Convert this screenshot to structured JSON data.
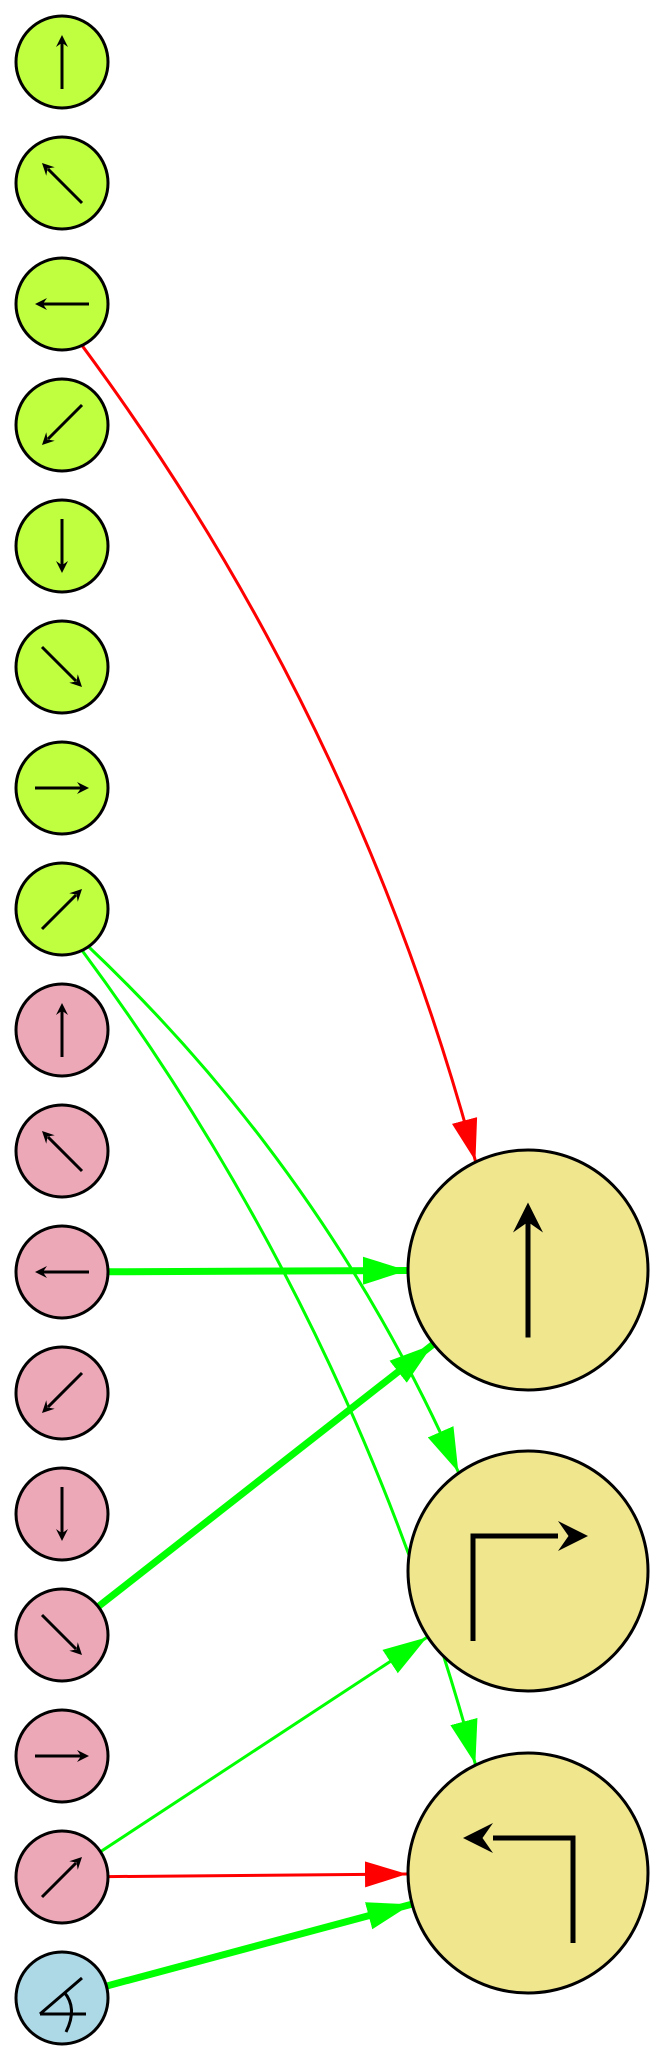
{
  "colors": {
    "green_node": "#bfff3f",
    "pink_node": "#eda8b8",
    "blue_node": "#add8e6",
    "target_node": "#efe68e",
    "edge_green": "#00ff00",
    "edge_red": "#ff0000"
  },
  "source_nodes": [
    {
      "id": "g-up",
      "group": "green",
      "icon": "arrow-up"
    },
    {
      "id": "g-up-left",
      "group": "green",
      "icon": "arrow-up-left"
    },
    {
      "id": "g-left",
      "group": "green",
      "icon": "arrow-left"
    },
    {
      "id": "g-down-left",
      "group": "green",
      "icon": "arrow-down-left"
    },
    {
      "id": "g-down",
      "group": "green",
      "icon": "arrow-down"
    },
    {
      "id": "g-down-right",
      "group": "green",
      "icon": "arrow-down-right"
    },
    {
      "id": "g-right",
      "group": "green",
      "icon": "arrow-right"
    },
    {
      "id": "g-up-right",
      "group": "green",
      "icon": "arrow-up-right"
    },
    {
      "id": "p-up",
      "group": "pink",
      "icon": "arrow-up"
    },
    {
      "id": "p-up-left",
      "group": "pink",
      "icon": "arrow-up-left"
    },
    {
      "id": "p-left",
      "group": "pink",
      "icon": "arrow-left"
    },
    {
      "id": "p-down-left",
      "group": "pink",
      "icon": "arrow-down-left"
    },
    {
      "id": "p-down",
      "group": "pink",
      "icon": "arrow-down"
    },
    {
      "id": "p-down-right",
      "group": "pink",
      "icon": "arrow-down-right"
    },
    {
      "id": "p-right",
      "group": "pink",
      "icon": "arrow-right"
    },
    {
      "id": "p-up-right",
      "group": "pink",
      "icon": "arrow-up-right"
    },
    {
      "id": "b-angle",
      "group": "blue",
      "icon": "angle"
    }
  ],
  "target_nodes": [
    {
      "id": "t-straight",
      "icon": "arrow-up"
    },
    {
      "id": "t-right",
      "icon": "turn-right"
    },
    {
      "id": "t-left",
      "icon": "turn-left"
    }
  ],
  "edges": [
    {
      "from": "g-left",
      "to": "t-straight",
      "color": "red",
      "weight": "thin"
    },
    {
      "from": "g-up-right",
      "to": "t-right",
      "color": "green",
      "weight": "thin"
    },
    {
      "from": "g-up-right",
      "to": "t-left",
      "color": "green",
      "weight": "thin"
    },
    {
      "from": "p-left",
      "to": "t-straight",
      "color": "green",
      "weight": "thick"
    },
    {
      "from": "p-down-right",
      "to": "t-straight",
      "color": "green",
      "weight": "thick"
    },
    {
      "from": "p-up-right",
      "to": "t-right",
      "color": "green",
      "weight": "thin"
    },
    {
      "from": "p-up-right",
      "to": "t-left",
      "color": "red",
      "weight": "thin"
    },
    {
      "from": "b-angle",
      "to": "t-left",
      "color": "green",
      "weight": "thick"
    }
  ]
}
